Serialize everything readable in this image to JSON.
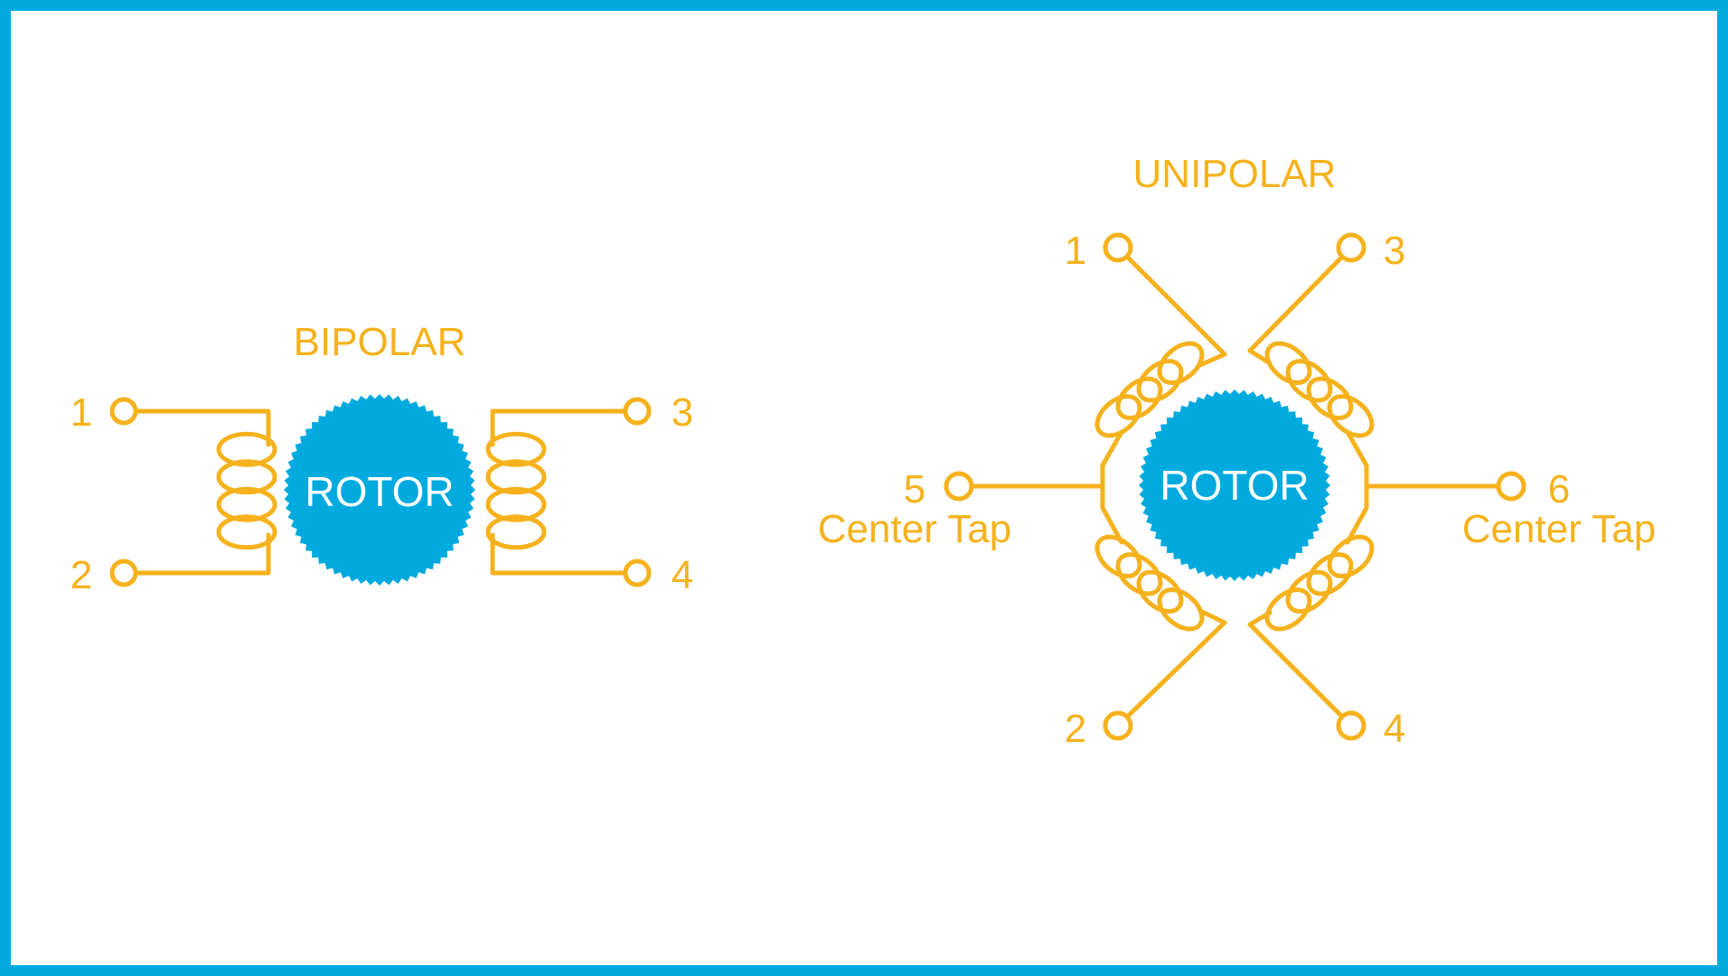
{
  "colors": {
    "frame": "#00aadf",
    "rotor": "#00aadf",
    "wire": "#f5b21d",
    "background": "#ffffff"
  },
  "bipolar": {
    "title": "BIPOLAR",
    "rotor_label": "ROTOR",
    "terminals": [
      "1",
      "2",
      "3",
      "4"
    ]
  },
  "unipolar": {
    "title": "UNIPOLAR",
    "rotor_label": "ROTOR",
    "terminals": [
      "1",
      "2",
      "3",
      "4",
      "5",
      "6"
    ],
    "center_tap_left": "Center Tap",
    "center_tap_right": "Center Tap"
  }
}
